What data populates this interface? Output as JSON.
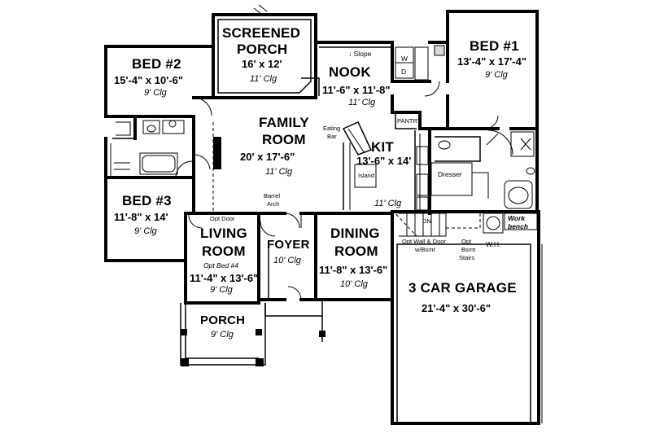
{
  "rooms": {
    "screened_porch": {
      "name_1": "SCREENED",
      "name_2": "PORCH",
      "size": "16' x 12'",
      "ceiling": "11' Clg"
    },
    "nook": {
      "name": "NOOK",
      "size": "11'-6\" x 11'-8\"",
      "ceiling": "11' Clg",
      "slope": "Slope"
    },
    "bed1": {
      "name": "BED #1",
      "size": "13'-4\" x 17'-4\"",
      "ceiling": "9' Clg"
    },
    "bed2": {
      "name": "BED #2",
      "size": "15'-4\" x 10'-6\"",
      "ceiling": "9' Clg"
    },
    "bed3": {
      "name": "BED #3",
      "size": "11'-8\" x 14'",
      "ceiling": "9' Clg"
    },
    "family": {
      "name_1": "FAMILY",
      "name_2": "ROOM",
      "size": "20' x 17'-6\"",
      "ceiling": "11' Clg"
    },
    "kitchen": {
      "name": "KIT",
      "size": "13'-6\" x 14'",
      "ceiling": "11' Clg",
      "island": "Island",
      "eating_bar_1": "Eating",
      "eating_bar_2": "Bar",
      "pantry": "PANTRY"
    },
    "living": {
      "name_1": "LIVING",
      "name_2": "ROOM",
      "alt": "Opt Bed #4",
      "size": "11'-4\" x 13'-6\"",
      "ceiling": "9' Clg",
      "opt_door": "Opt Door"
    },
    "foyer": {
      "name": "FOYER",
      "ceiling": "10' Clg",
      "arch_1": "Barrel",
      "arch_2": "Arch"
    },
    "dining": {
      "name_1": "DINING",
      "name_2": "ROOM",
      "size": "11'-8\" x 13'-6\"",
      "ceiling": "10' Clg"
    },
    "garage": {
      "name": "3 CAR GARAGE",
      "size": "21'-4\" x 30'-6\"",
      "wall_door_1": "Opt Wall & Door",
      "wall_door_2": "w/Bsmt",
      "stairs_1": "Opt",
      "stairs_2": "Bsmt",
      "stairs_3": "Stairs",
      "wh": "W.H.",
      "workbench_1": "Work",
      "workbench_2": "bench",
      "dn": "DN"
    },
    "porch": {
      "name": "PORCH",
      "ceiling": "9' Clg"
    },
    "bath": {
      "dresser": "Dresser"
    },
    "laundry": {
      "w": "W",
      "d": "D"
    }
  }
}
